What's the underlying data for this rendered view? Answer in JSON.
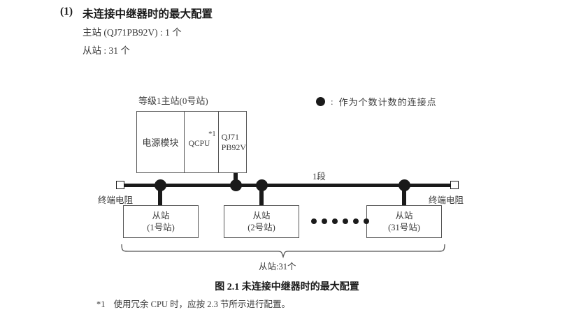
{
  "heading": {
    "number": "(1)",
    "title": "未连接中继器时的最大配置",
    "spec_master": "主站 (QJ71PB92V) : 1 个",
    "spec_slave": "从站 : 31 个"
  },
  "legend": {
    "marker_icon": "filled-circle-icon",
    "colon": ":",
    "text": "作为个数计数的连接点"
  },
  "diagram": {
    "master": {
      "label": "等级1主站(0号站)",
      "cells": {
        "power": "电源模块",
        "cpu": "QCPU",
        "cpu_note": "*1",
        "network_line1": "QJ71",
        "network_line2": "PB92V"
      }
    },
    "bus": {
      "segment_label": "1段",
      "terminator_left_label": "终端电阻",
      "terminator_right_label": "终端电阻",
      "terminator_icon": "hollow-square-icon"
    },
    "slaves": [
      {
        "title": "从站",
        "sub": "(1号站)"
      },
      {
        "title": "从站",
        "sub": "(2号站)"
      },
      {
        "title": "从站",
        "sub": "(31号站)"
      }
    ],
    "ellipsis_dot_count": 6,
    "brace_label": "从站:31个"
  },
  "caption": "图 2.1  未连接中继器时的最大配置",
  "footnote": {
    "mark": "*1",
    "text": "使用冗余 CPU 时，应按 2.3 节所示进行配置。"
  },
  "colors": {
    "ink": "#1a1a1a",
    "text": "#3a3a3a",
    "box_border": "#555555",
    "background": "#ffffff"
  }
}
